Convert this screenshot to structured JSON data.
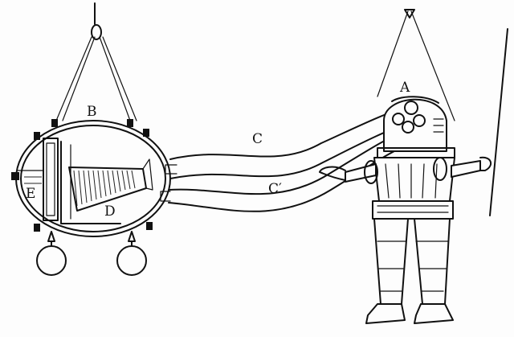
{
  "labels": {
    "A": "A",
    "B": "B",
    "C": "C",
    "C_prime": "C′",
    "D": "D",
    "E": "E"
  },
  "colors": {
    "ink": "#111111",
    "paper": "#fdfdfd"
  }
}
